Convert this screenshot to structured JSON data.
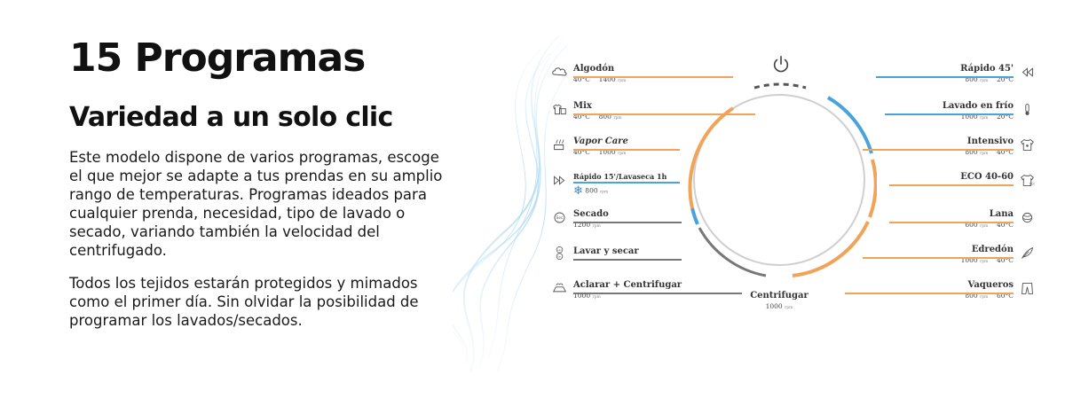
{
  "heading": {
    "title": "15 Programas",
    "subtitle": "Variedad a un solo clic"
  },
  "body": {
    "paragraph_1": "Este modelo dispone de varios programas, escoge el que mejor se adapte a tus prendas en su amplio rango de temperaturas. Programas ideados para cualquier prenda, necesidad, tipo de lavado o secado, variando también la velocidad del centrifugado.",
    "paragraph_2": "Todos los tejidos estarán protegidos y mimados como el primer día. Sin olvidar la posibilidad de programar los lavados/secados."
  },
  "colors": {
    "orange": "#f0a45a",
    "blue": "#4aa4dc",
    "gray": "#777777"
  },
  "dial": {
    "power_icon": "power-icon",
    "left_programs": [
      {
        "name": "Algodón",
        "temp": "40°C",
        "speed": "1400",
        "unit": "rpm",
        "color": "orange",
        "icon": "cotton-cloud-icon"
      },
      {
        "name": "Mix",
        "temp": "40°C",
        "speed": "800",
        "unit": "rpm",
        "color": "orange",
        "icon": "mixed-shirts-icon"
      },
      {
        "name": "Vapor Care",
        "temp": "40°C",
        "speed": "1000",
        "unit": "rpm",
        "color": "orange",
        "icon": "steam-icon"
      },
      {
        "name": "Rápido 15'/Lavaseca 1h",
        "temp": "",
        "speed": "800",
        "unit": "rpm",
        "color": "blue",
        "icon": "fast-forward-icon"
      },
      {
        "name": "Secado",
        "temp": "",
        "speed": "1200",
        "unit": "rpm",
        "color": "gray",
        "icon": "dry-icon"
      },
      {
        "name": "Lavar y secar",
        "temp": "",
        "speed": "",
        "unit": "",
        "color": "gray",
        "icon": "wash-dry-icon"
      },
      {
        "name": "Aclarar + Centrifugar",
        "temp": "",
        "speed": "1000",
        "unit": "rpm",
        "color": "gray",
        "icon": "rinse-spin-icon"
      }
    ],
    "right_programs": [
      {
        "name": "Rápido 45'",
        "speed": "800",
        "unit": "rpm",
        "temp": "20°C",
        "color": "blue",
        "icon": "rewind-icon"
      },
      {
        "name": "Lavado en frío",
        "speed": "1000",
        "unit": "rpm",
        "temp": "20°C",
        "color": "blue",
        "icon": "thermometer-icon"
      },
      {
        "name": "Intensivo",
        "speed": "800",
        "unit": "rpm",
        "temp": "40°C",
        "color": "orange",
        "icon": "stained-shirt-icon"
      },
      {
        "name": "ECO 40-60",
        "speed": "",
        "unit": "",
        "temp": "",
        "color": "orange",
        "icon": "eco-shirt-icon"
      },
      {
        "name": "Lana",
        "speed": "600",
        "unit": "rpm",
        "temp": "40°C",
        "color": "orange",
        "icon": "wool-icon"
      },
      {
        "name": "Edredón",
        "speed": "1000",
        "unit": "rpm",
        "temp": "40°C",
        "color": "orange",
        "icon": "feather-icon"
      },
      {
        "name": "Vaqueros",
        "speed": "800",
        "unit": "rpm",
        "temp": "60°C",
        "color": "orange",
        "icon": "jeans-icon"
      }
    ],
    "center_program": {
      "name": "Centrifugar",
      "speed": "1000",
      "unit": "rpm"
    }
  }
}
